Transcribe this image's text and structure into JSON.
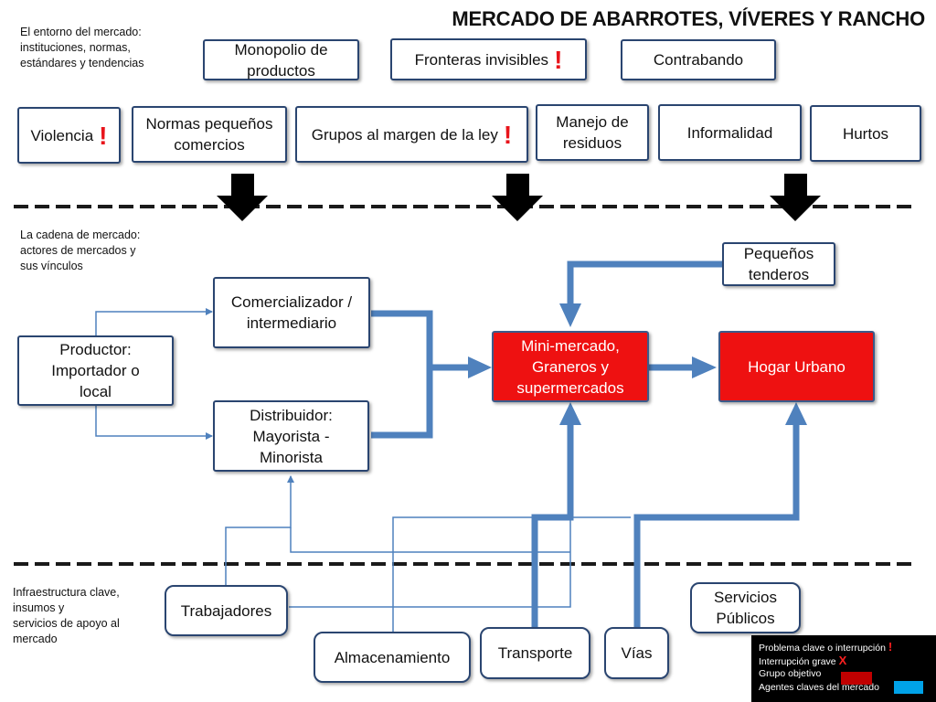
{
  "title": "MERCADO DE ABARROTES, VÍVERES Y  RANCHO",
  "sections": {
    "environment": "El entorno del mercado:\ninstituciones, normas,\nestándares y tendencias",
    "chain": "La cadena de mercado:\nactores de mercados y\nsus vínculos",
    "infrastructure": "Infraestructura clave,\ninsumos y\nservicios de apoyo al\nmercado"
  },
  "environment_boxes": {
    "monopolio": "Monopolio de\nproductos",
    "fronteras": "Fronteras invisibles",
    "contrabando": "Contrabando",
    "violencia": "Violencia",
    "normas": "Normas pequeños\ncomercios",
    "grupos": "Grupos al margen de la ley",
    "residuos": "Manejo de\nresiduos",
    "informalidad": "Informalidad",
    "hurtos": "Hurtos"
  },
  "problem_mark": "!",
  "chain_boxes": {
    "productor": "Productor:\nImportador o\nlocal",
    "comercializador": "Comercializador /\nintermediario",
    "distribuidor": "Distribuidor:\nMayorista -\nMinorista",
    "minimercado": "Mini-mercado,\nGraneros y\nsupermercados",
    "hogar": "Hogar Urbano",
    "tenderos": "Pequeños\ntenderos"
  },
  "infrastructure_boxes": {
    "trabajadores": "Trabajadores",
    "almacenamiento": "Almacenamiento",
    "transporte": "Transporte",
    "vias": "Vías",
    "servicios": "Servicios\nPúblicos"
  },
  "legend": {
    "problem": "Problema clave o interrupción",
    "problem_mark": "!",
    "severe": "Interrupción grave",
    "severe_mark": "X",
    "target": "Grupo objetivo",
    "actors": "Agentes claves del mercado"
  },
  "colors": {
    "arrow_blue": "#4f81bd",
    "box_border": "#2a4570",
    "target_red": "#ee1111",
    "actors_blue": "#00a2e8",
    "problem_red": "#e8141b"
  }
}
